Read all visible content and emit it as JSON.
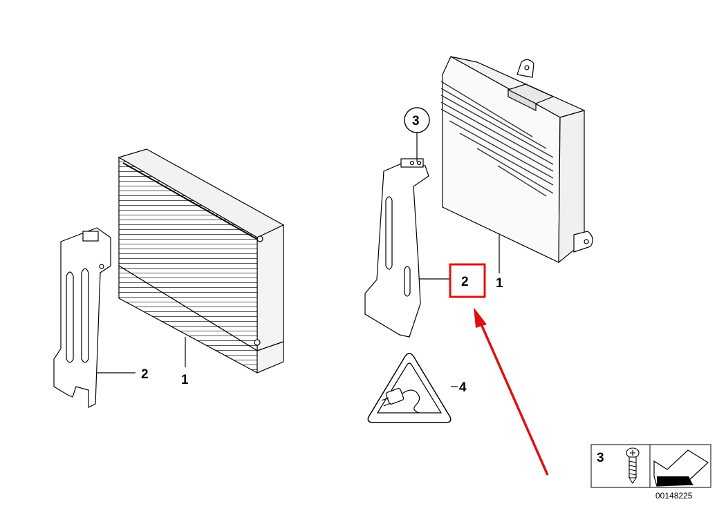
{
  "diagram": {
    "left_assembly": {
      "callout_bracket": "2",
      "callout_amplifier": "1"
    },
    "right_assembly": {
      "callout_screw": "3",
      "callout_bracket": "2",
      "callout_amplifier": "1"
    },
    "warning_label": {
      "callout": "4"
    },
    "legend": {
      "item_number": "3",
      "diagram_number": "00148225"
    },
    "highlight": {
      "target": "callout 2 (right assembly)",
      "box_color": "#e01010",
      "arrow_color": "#e01010"
    }
  }
}
